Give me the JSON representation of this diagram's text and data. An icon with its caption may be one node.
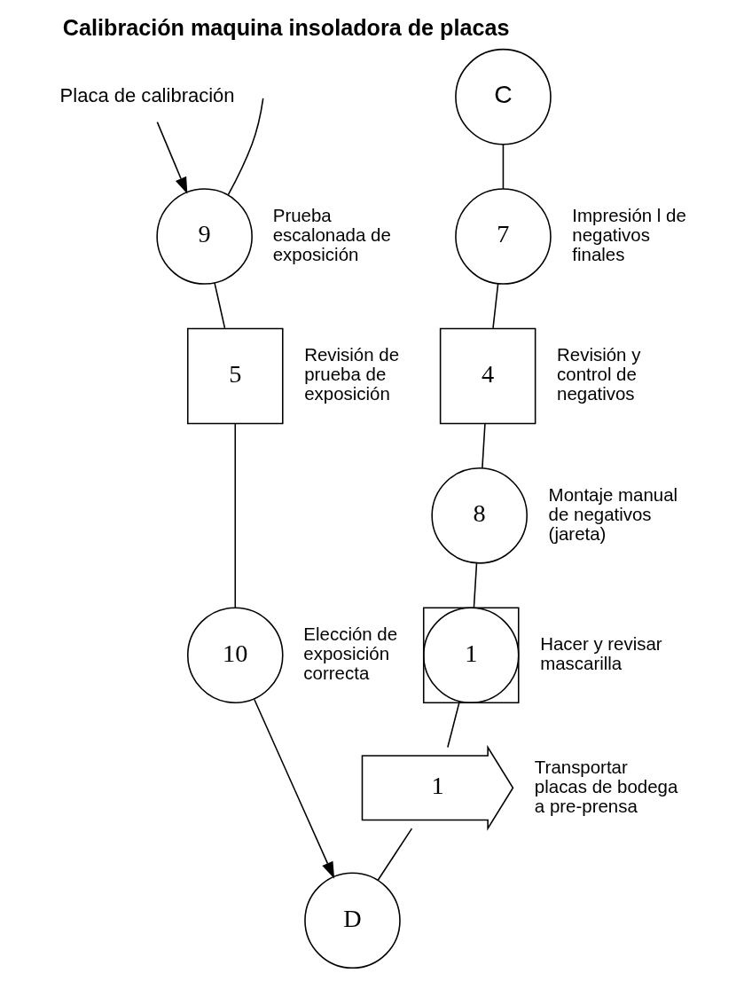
{
  "diagram": {
    "title": "Calibración maquina insoladora de placas",
    "nodes": [
      {
        "text": [
          "Placa de calibración"
        ]
      },
      {
        "text": [
          "9"
        ],
        "beside": [
          "Prueba escalonada de exposición"
        ]
      },
      {
        "text": [
          "5"
        ],
        "beside": [
          "Revisión de prueba de exposición"
        ]
      },
      {
        "text": [
          "10"
        ],
        "beside": [
          "Elección de exposición correcta"
        ]
      },
      {
        "text": [
          "C"
        ]
      },
      {
        "text": [
          "7"
        ],
        "beside": [
          "Impresión l de negativos finales"
        ]
      },
      {
        "text": [
          "4"
        ],
        "beside": [
          "Revisión y control de negativos"
        ]
      },
      {
        "text": [
          "8"
        ],
        "beside": [
          "Montaje manual de negativos (jareta)"
        ]
      },
      {
        "text": [],
        "shape": "box"
      },
      {
        "text": [
          "1"
        ],
        "beside": [
          "Hacer y revisar mascarilla"
        ],
        "in": 8
      },
      {
        "text": [
          "1"
        ],
        "beside": [
          "Transportar placas de bodega a pre-prensa"
        ]
      },
      {
        "text": [
          "D"
        ]
      }
    ],
    "edges": [
      {
        "from": null,
        "to": 1,
        "arrow": "none"
      },
      {
        "from": 0,
        "to": 1,
        "arrow": "to"
      },
      {
        "from": 1,
        "to": 2,
        "arrow": "none"
      },
      {
        "from": 2,
        "to": 3,
        "arrow": "none"
      },
      {
        "from": 3,
        "to": 11,
        "arrow": "to"
      },
      {
        "from": 4,
        "to": 5,
        "arrow": "none"
      },
      {
        "from": 5,
        "to": 6,
        "arrow": "none"
      },
      {
        "from": 6,
        "to": 7,
        "arrow": "none"
      },
      {
        "from": 7,
        "to": 9,
        "arrow": "none"
      },
      {
        "from": 9,
        "to": 10,
        "arrow": "none"
      },
      {
        "from": 10,
        "to": 11,
        "arrow": "none"
      }
    ]
  }
}
